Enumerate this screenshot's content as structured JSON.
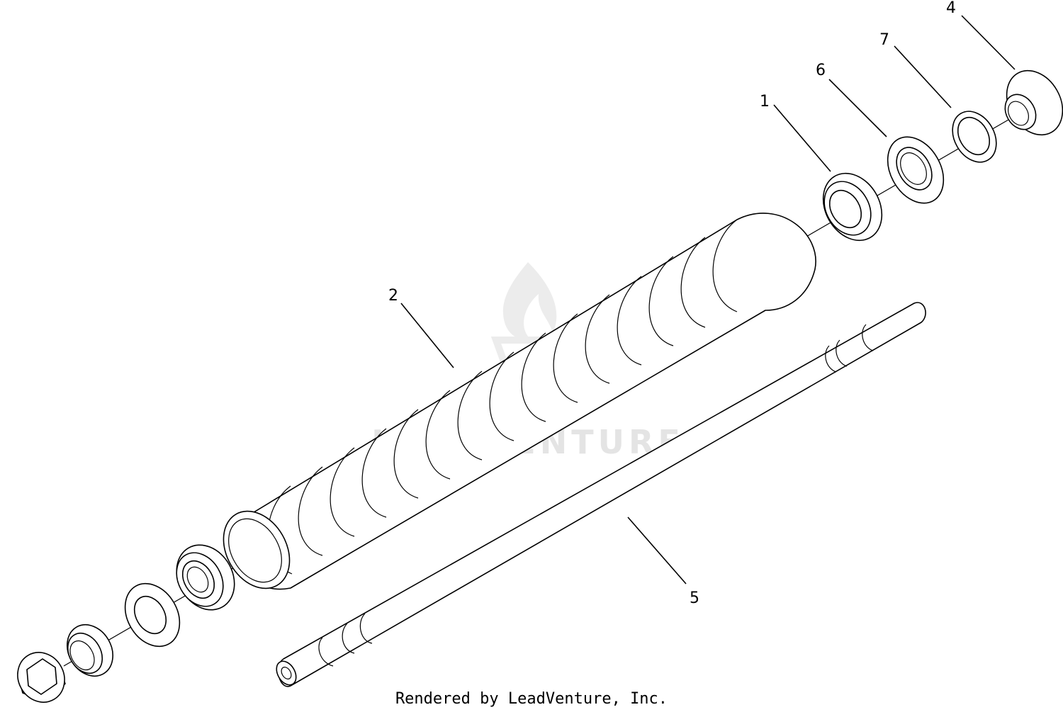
{
  "watermark": {
    "text": "LEADVENTURE",
    "icon": "flame-logo-icon",
    "color": "#e4e4e4"
  },
  "callouts": [
    {
      "id": "1",
      "label": "1"
    },
    {
      "id": "2",
      "label": "2"
    },
    {
      "id": "4",
      "label": "4"
    },
    {
      "id": "5",
      "label": "5"
    },
    {
      "id": "6",
      "label": "6"
    },
    {
      "id": "7",
      "label": "7"
    }
  ],
  "footer": {
    "text": "Rendered by LeadVenture, Inc."
  }
}
